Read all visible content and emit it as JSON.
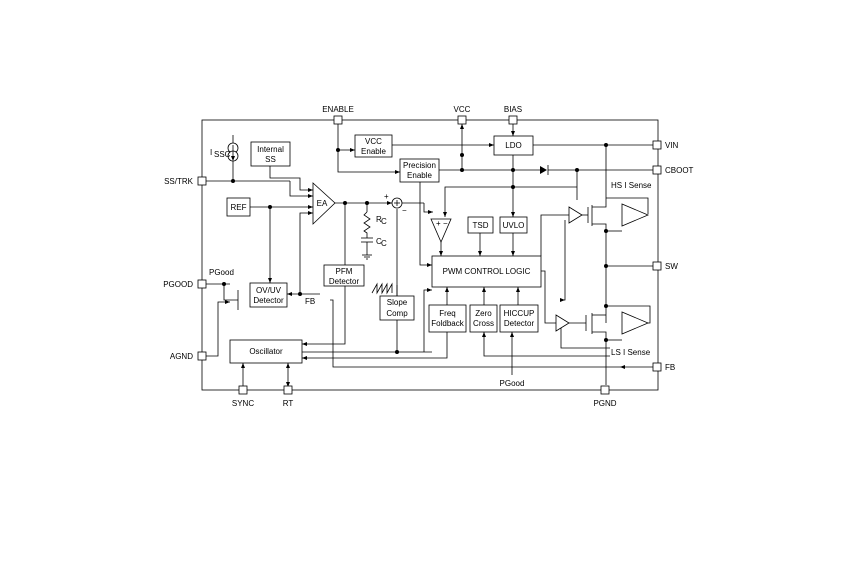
{
  "pins": {
    "enable": "ENABLE",
    "vcc": "VCC",
    "bias": "BIAS",
    "vin": "VIN",
    "cboot": "CBOOT",
    "ss_trk": "SS/TRK",
    "sw": "SW",
    "pgood": "PGOOD",
    "agnd": "AGND",
    "fb": "FB",
    "sync": "SYNC",
    "rt": "RT",
    "pgnd": "PGND"
  },
  "blocks": {
    "internal_ss": [
      "Internal",
      "SS"
    ],
    "vcc_enable": [
      "VCC",
      "Enable"
    ],
    "ldo": "LDO",
    "precision_enable": [
      "Precision",
      "Enable"
    ],
    "ref": "REF",
    "ea": "EA",
    "tsd": "TSD",
    "uvlo": "UVLO",
    "pwm": "PWM CONTROL LOGIC",
    "pfm": [
      "PFM",
      "Detector"
    ],
    "ovuv": [
      "OV/UV",
      "Detector"
    ],
    "slope": [
      "Slope",
      "Comp"
    ],
    "freq": [
      "Freq",
      "Foldback"
    ],
    "zero": [
      "Zero",
      "Cross"
    ],
    "hiccup": [
      "HICCUP",
      "Detector"
    ],
    "osc": "Oscillator"
  },
  "labels": {
    "issc_main": "I",
    "issc_sub": "SSC",
    "rc_main": "R",
    "rc_sub": "C",
    "cc_main": "C",
    "cc_sub": "C",
    "plus": "+",
    "minus": "−",
    "pgood_inner": "PGood",
    "fb_inner": "FB",
    "pgood_bottom": "PGood",
    "hs_sense": "HS I Sense",
    "ls_sense": "LS I Sense"
  }
}
